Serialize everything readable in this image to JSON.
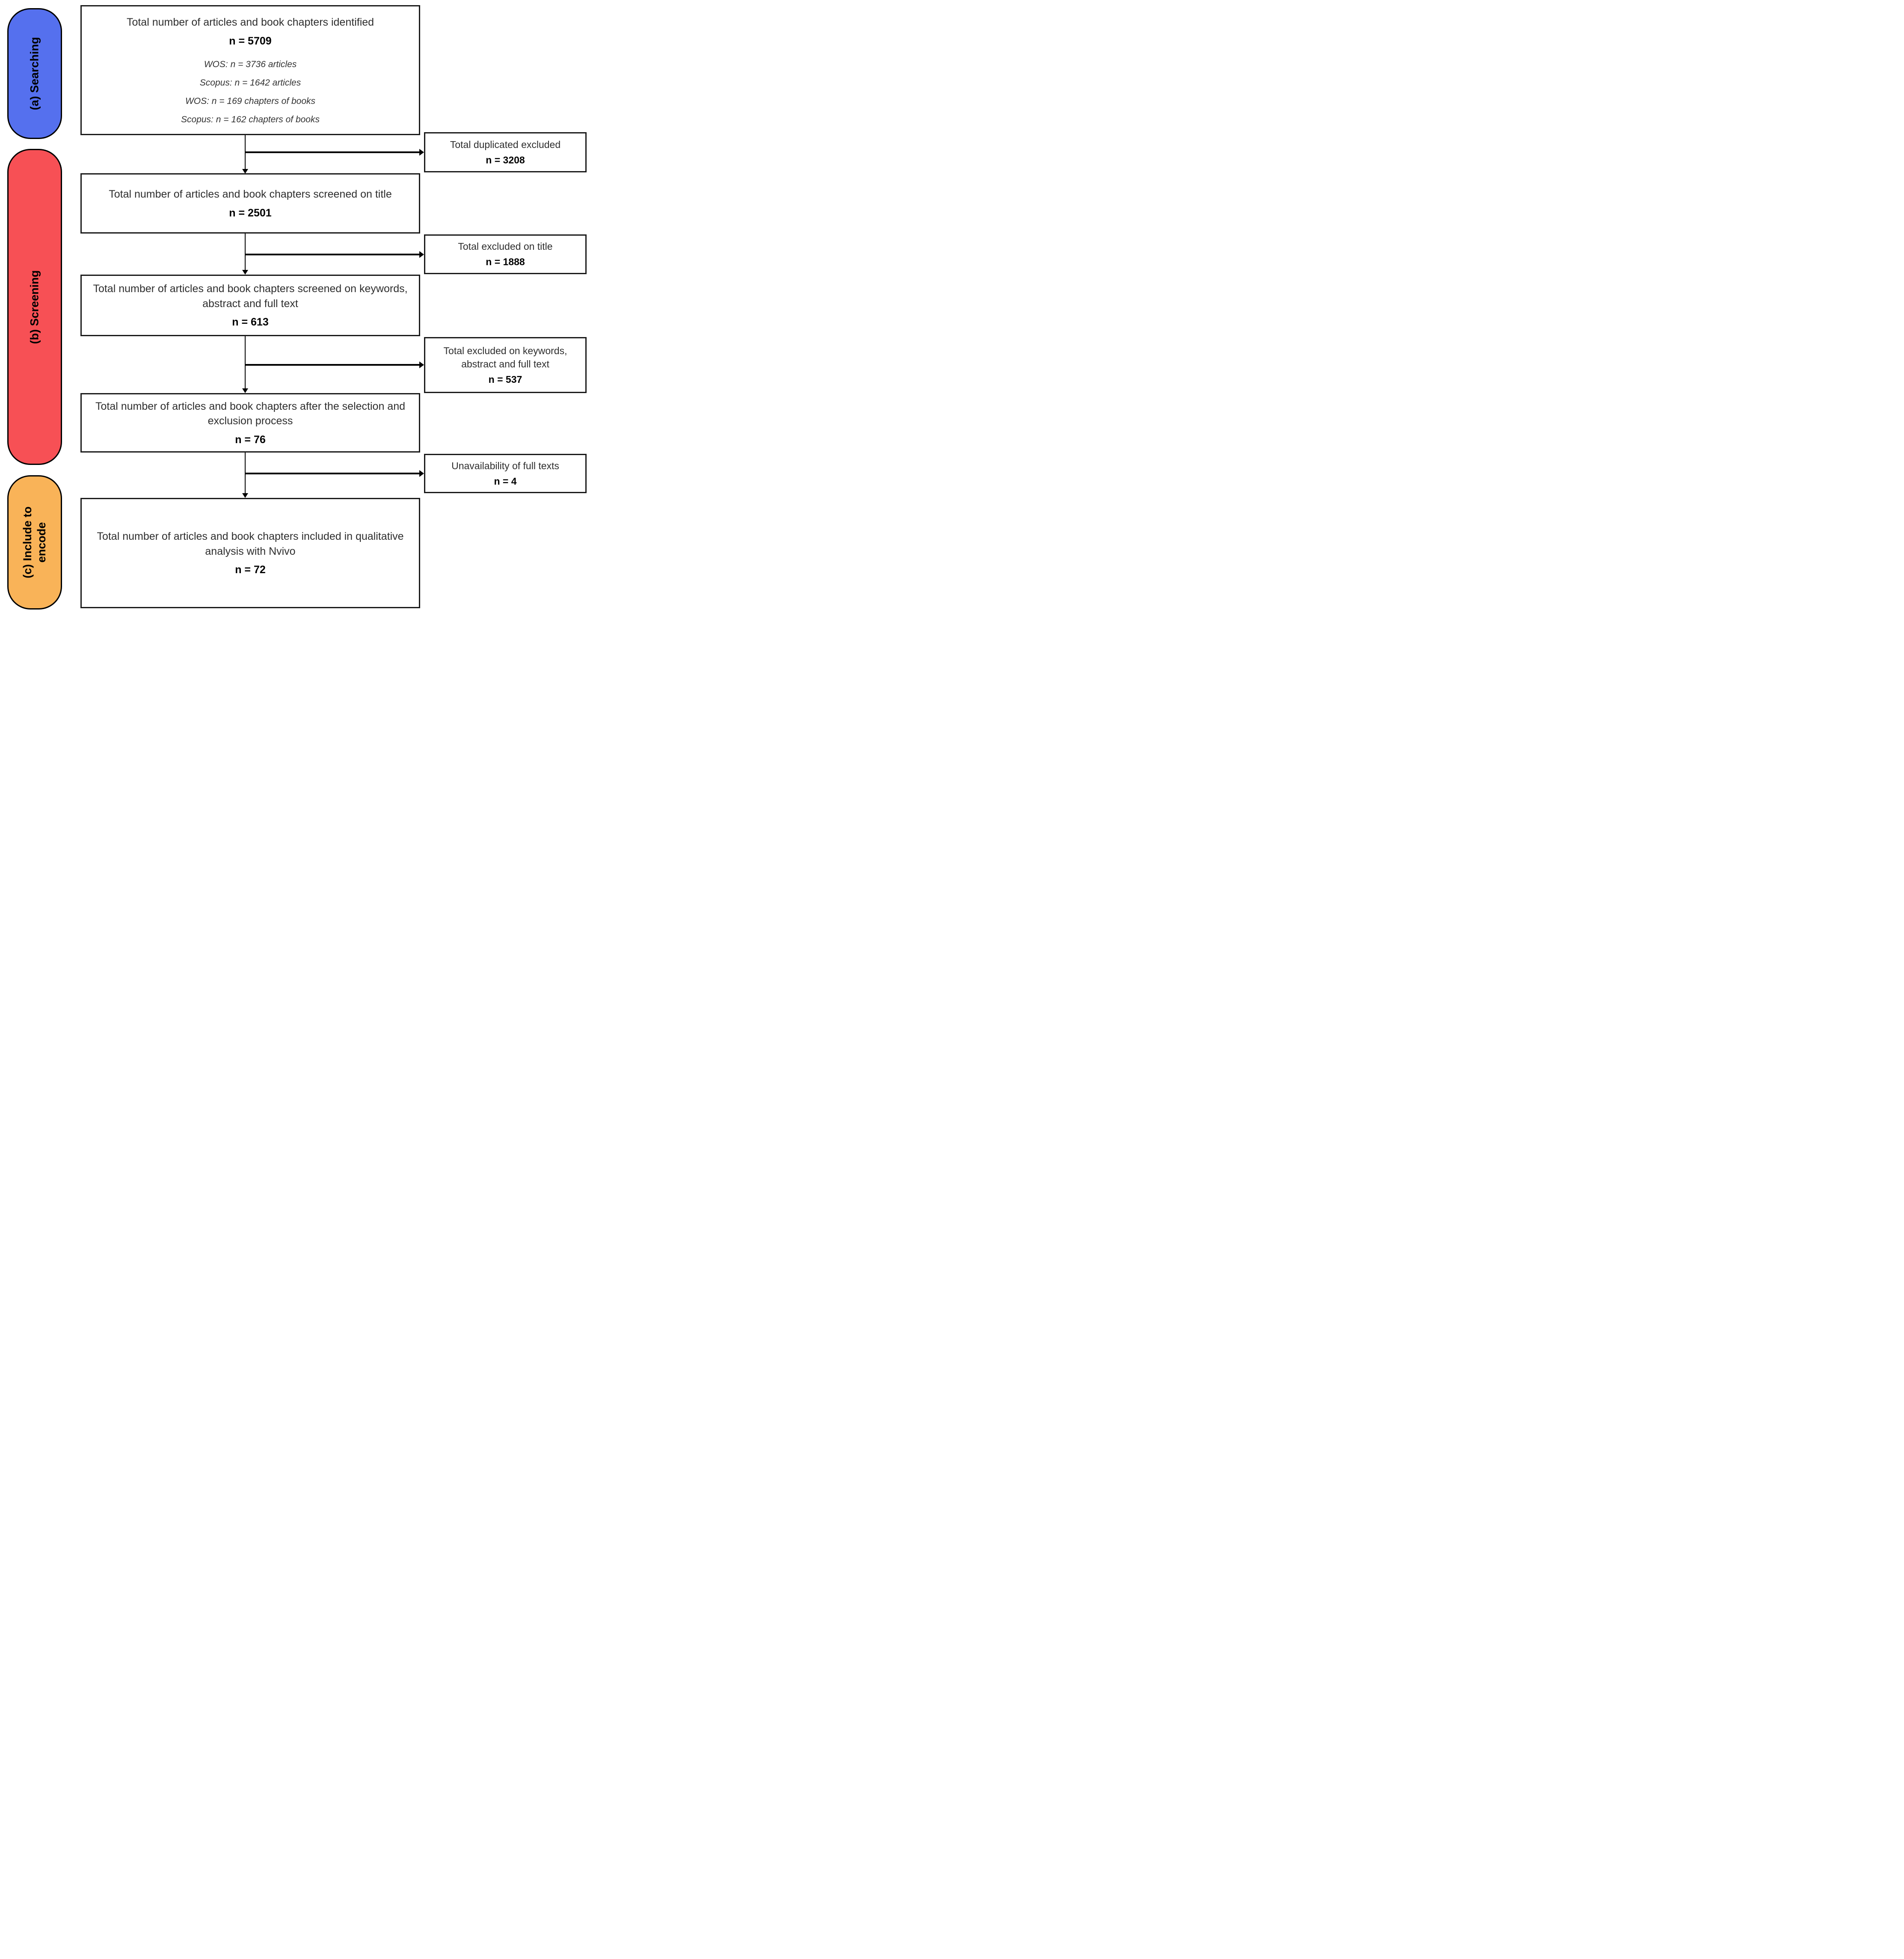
{
  "stages": [
    {
      "label": "(a) Searching",
      "color": "#5570ee"
    },
    {
      "label": "(b) Screening",
      "color": "#f75055"
    },
    {
      "label": "(c) Include to encode",
      "color": "#f9b358"
    }
  ],
  "main_boxes": [
    {
      "title": "Total number of articles and book chapters identified",
      "count": "n = 5709",
      "details": [
        "WOS: n = 3736 articles",
        "Scopus: n =  1642 articles",
        "WOS: n = 169 chapters of books",
        "Scopus: n = 162 chapters of books"
      ]
    },
    {
      "title": "Total number of articles and book chapters screened on title",
      "count": "n = 2501"
    },
    {
      "title": "Total number of articles and book chapters screened on keywords, abstract and full text",
      "count": "n = 613"
    },
    {
      "title": "Total number of articles and book chapters after the selection and exclusion process",
      "count": "n = 76"
    },
    {
      "title": "Total number of articles and book chapters included in qualitative analysis with Nvivo",
      "count": "n = 72"
    }
  ],
  "side_boxes": [
    {
      "title": "Total duplicated excluded",
      "count": "n = 3208"
    },
    {
      "title": "Total excluded on title",
      "count": "n = 1888"
    },
    {
      "title": "Total excluded on keywords, abstract and full text",
      "count": "n = 537"
    },
    {
      "title": "Unavailability of full texts",
      "count": "n = 4"
    }
  ]
}
